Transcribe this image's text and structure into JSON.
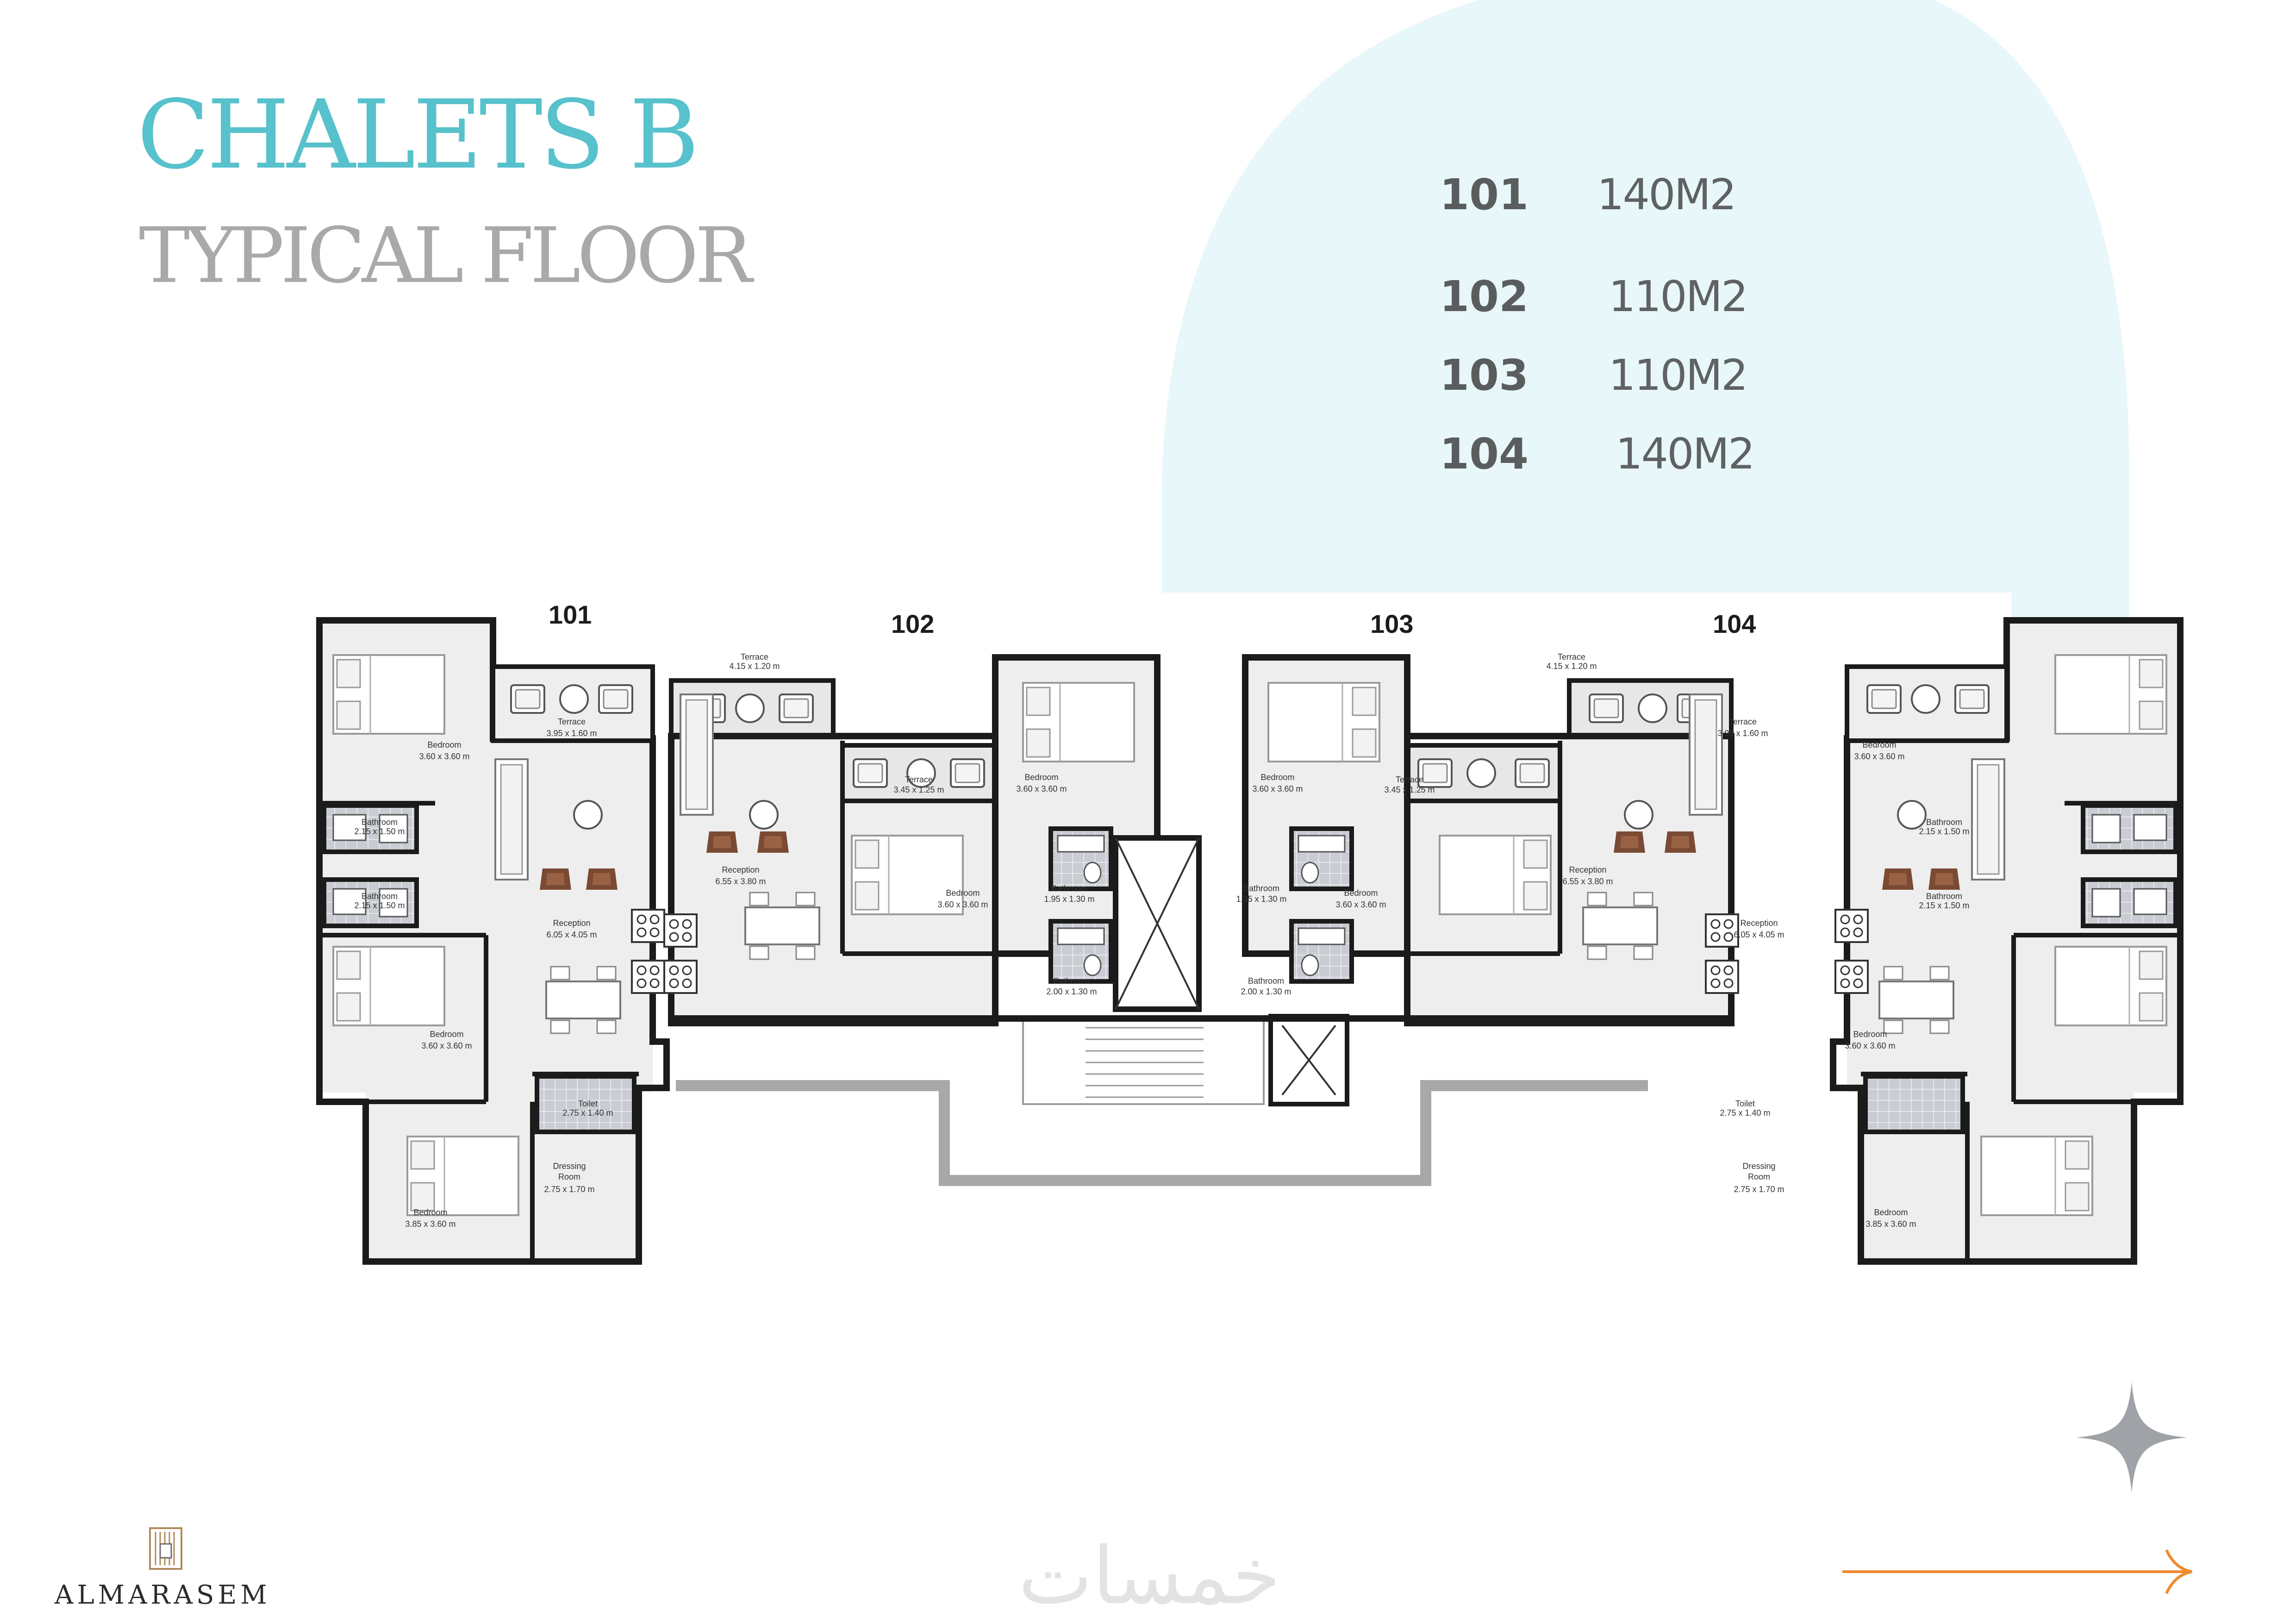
{
  "header": {
    "title": "CHALETS B",
    "subtitle": "TYPICAL FLOOR"
  },
  "units": [
    {
      "number": "101",
      "area": "140M2"
    },
    {
      "number": "102",
      "area": "110M2"
    },
    {
      "number": "103",
      "area": "110M2"
    },
    {
      "number": "104",
      "area": "140M2"
    }
  ],
  "plan_labels": {
    "u101": "101",
    "u102": "102",
    "u103": "103",
    "u104": "104"
  },
  "rooms": {
    "bedroom": "Bedroom",
    "bathroom": "Bathroom",
    "reception": "Reception",
    "terrace": "Terrace",
    "toilet": "Toilet",
    "dressing": "Dressing",
    "room": "Room"
  },
  "dims": {
    "bed_360_360": "3.60 x 3.60 m",
    "bed_385_360": "3.85 x 3.60 m",
    "bath_215_150": "2.15 x 1.50 m",
    "bath_195_130": "1.95 x 1.30 m",
    "bath_200_130": "2.00 x 1.30 m",
    "rec_605_405": "6.05 x 4.05 m",
    "rec_655_380": "6.55 x 3.80 m",
    "ter_395_160": "3.95 x 1.60 m",
    "ter_415_120": "4.15 x 1.20 m",
    "ter_345_125": "3.45 x 1.25 m",
    "toilet_275_140": "2.75 x 1.40 m",
    "dress_275_170": "2.75 x 1.70 m"
  },
  "brand": {
    "name": "ALMARASEM",
    "watermark": "خمسات"
  },
  "colors": {
    "title_accent": "#57c1cc",
    "subtitle_grey": "#a9aaa8",
    "panel_bg": "#e8f7f9",
    "wall": "#1b1b1b",
    "floor": "#eeeeef",
    "furniture_accent": "#7a4a33",
    "arrow": "#ef8a2e"
  },
  "icons": [
    "sparkle-icon",
    "arrow-right-icon",
    "logo-icon"
  ]
}
